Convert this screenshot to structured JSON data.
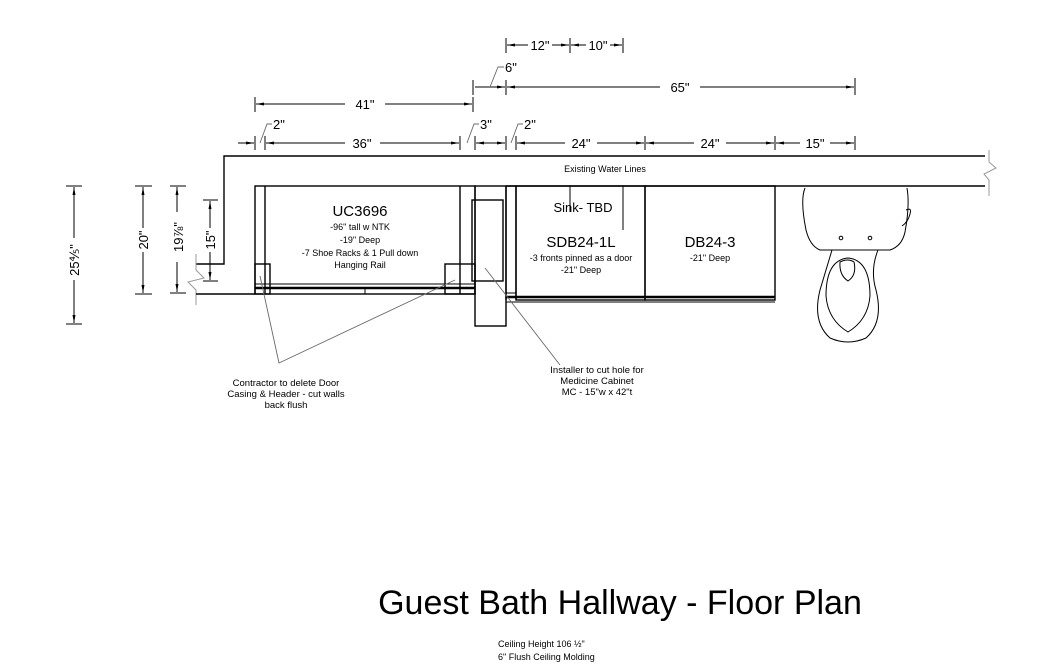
{
  "title": "Guest Bath Hallway - Floor Plan",
  "footer_notes": [
    "Ceiling Height 106 ½\"",
    "6\" Flush Ceiling Molding"
  ],
  "wall_label": "Existing Water Lines",
  "dimensions": {
    "top_row1": [
      "12\"",
      "10\""
    ],
    "top_row2": {
      "small": "6\"",
      "span": "65\""
    },
    "top_row3": "41\"",
    "main_row": [
      "2\"",
      "36\"",
      "3\"",
      "2\"",
      "24\"",
      "24\"",
      "15\""
    ],
    "vertical": [
      "25⅘\"",
      "20\"",
      "19⅞\"",
      "15\""
    ]
  },
  "cabinets": [
    {
      "code": "UC3696",
      "notes": [
        "-96\" tall w NTK",
        "-19\" Deep",
        "-7 Shoe Racks & 1 Pull down",
        "Hanging Rail"
      ]
    },
    {
      "code": "SDB24-1L",
      "notes": [
        "-3 fronts pinned as a door",
        "-21\" Deep"
      ]
    },
    {
      "code": "DB24-3",
      "notes": [
        "-21\" Deep"
      ]
    }
  ],
  "sink_label": "Sink- TBD",
  "callouts": [
    {
      "lines": [
        "Contractor to delete Door",
        "Casing & Header - cut walls",
        "back flush"
      ]
    },
    {
      "lines": [
        "Installer to cut hole for",
        "Medicine Cabinet",
        "MC - 15\"w x 42\"t"
      ]
    }
  ],
  "fixtures": [
    "toilet"
  ]
}
